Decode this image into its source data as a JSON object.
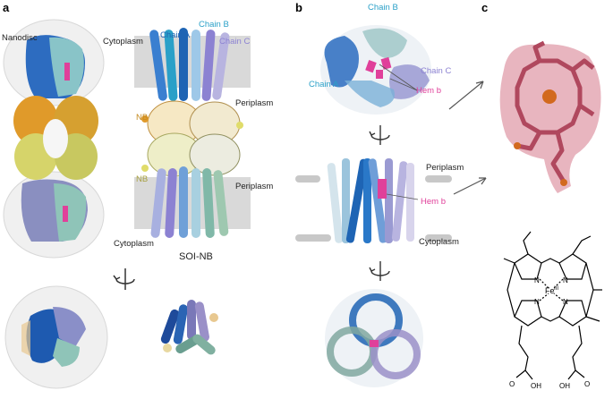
{
  "panels": {
    "a": {
      "letter": "a",
      "nanodisc": "Nanodisc",
      "cytoplasm_top": "Cytoplasm",
      "chain_a": "Chain A",
      "chain_b": "Chain B",
      "chain_c": "Chain C",
      "periplasm_top": "Periplasm",
      "nb_top": "NB",
      "nb_bottom": "NB",
      "periplasm_bottom": "Periplasm",
      "cytoplasm_bottom": "Cytoplasm",
      "title": "SOI-NB"
    },
    "b": {
      "letter": "b",
      "chain_b": "Chain B",
      "chain_a": "Chain A",
      "chain_c": "Chain C",
      "hem_top": "Hem b",
      "hem_side": "Hem b",
      "periplasm": "Periplasm",
      "cytoplasm": "Cytoplasm"
    },
    "c": {
      "letter": "c",
      "fe_label": "Fe",
      "fe_sup": "III",
      "n_label": "N",
      "oh_left": "OH",
      "oh_right": "OH",
      "o_label": "O"
    }
  },
  "colors": {
    "chain_a": "#1e64b4",
    "chain_b": "#2aa0c8",
    "chain_c": "#8c82d2",
    "nb_orange": "#e09a2a",
    "nb_yellow": "#d6d46a",
    "heme": "#e0409a",
    "heme_density": "#c8607a",
    "iron": "#d2691e",
    "membrane": "#d8d8d8"
  }
}
